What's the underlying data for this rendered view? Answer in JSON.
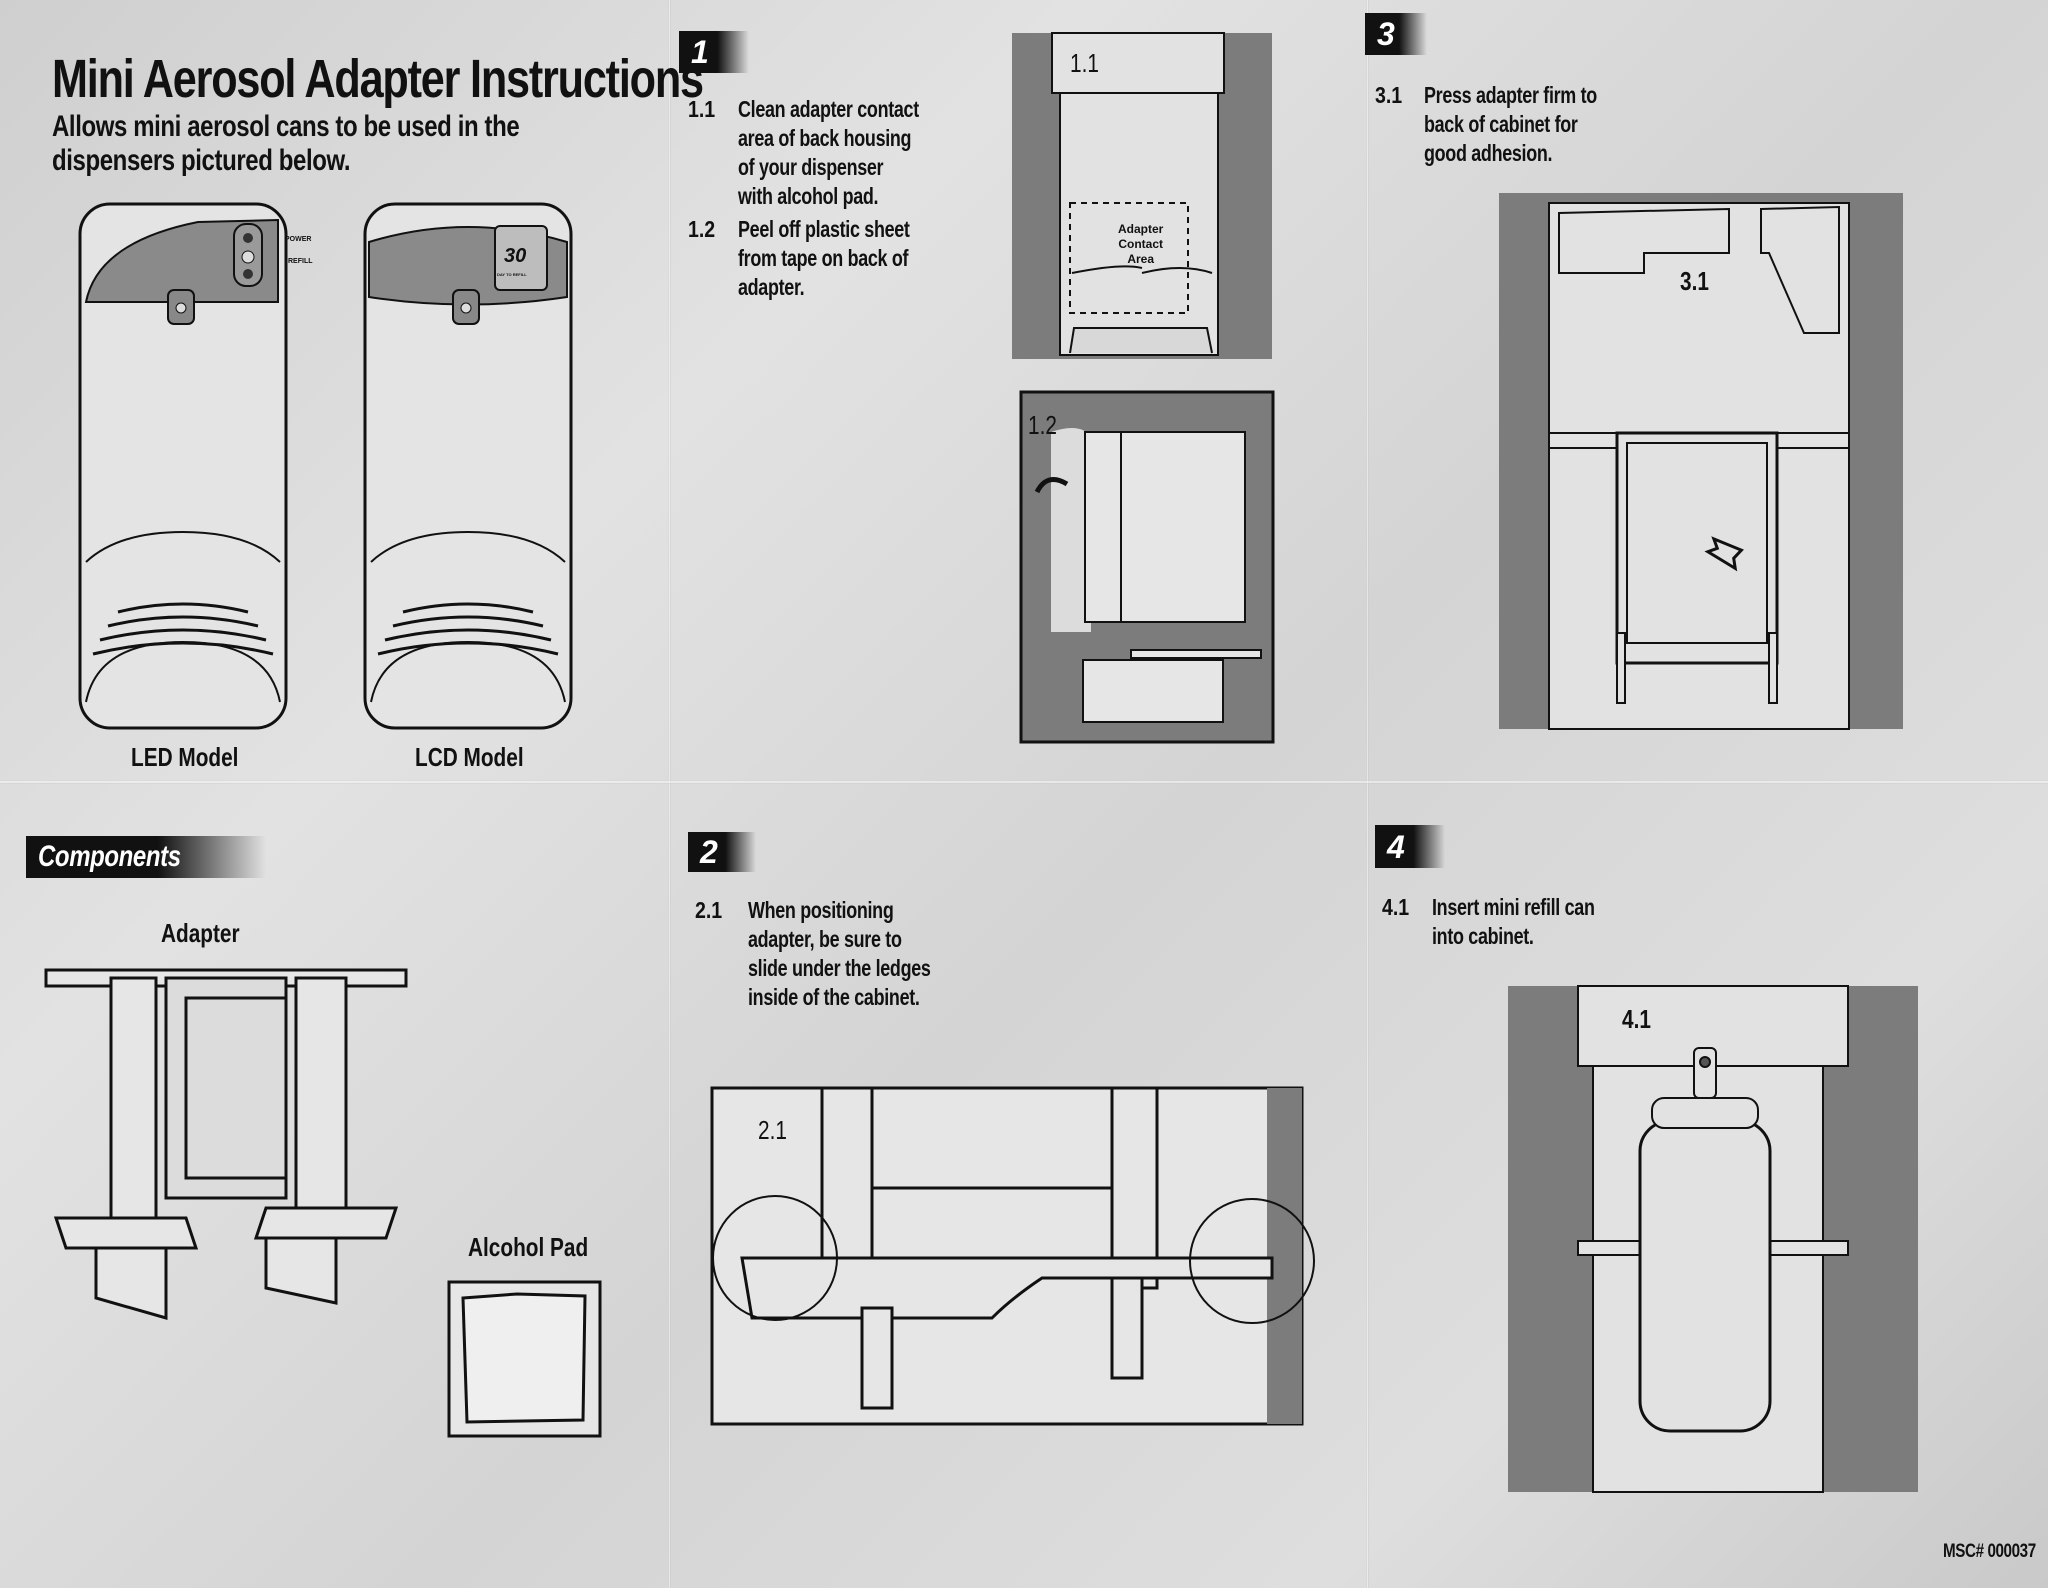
{
  "header": {
    "title": "Mini Aerosol Adapter Instructions",
    "subtitle_line1": "Allows mini aerosol cans to be used in the",
    "subtitle_line2": "dispensers pictured below."
  },
  "models": {
    "led": {
      "label": "LED Model",
      "power": "POWER",
      "refill": "REFILL"
    },
    "lcd": {
      "label": "LCD Model",
      "display_value": "30",
      "display_caption": "DAY TO REFILL"
    }
  },
  "components": {
    "heading": "Components",
    "adapter_label": "Adapter",
    "alcohol_pad_label": "Alcohol Pad"
  },
  "steps": {
    "s1": {
      "badge": "1",
      "items": [
        {
          "num": "1.1",
          "text": "Clean adapter contact\narea of back housing\nof your dispenser\nwith alcohol pad."
        },
        {
          "num": "1.2",
          "text": "Peel off plastic sheet\nfrom tape on back of\nadapter."
        }
      ],
      "fig_a_label": "1.1",
      "fig_a_callout": "Adapter\nContact\nArea",
      "fig_b_label": "1.2"
    },
    "s2": {
      "badge": "2",
      "items": [
        {
          "num": "2.1",
          "text": "When positioning\nadapter, be sure to\nslide under the ledges\ninside of the cabinet."
        }
      ],
      "fig_label": "2.1"
    },
    "s3": {
      "badge": "3",
      "items": [
        {
          "num": "3.1",
          "text": "Press adapter firm to\nback of cabinet for\ngood adhesion."
        }
      ],
      "fig_label": "3.1"
    },
    "s4": {
      "badge": "4",
      "items": [
        {
          "num": "4.1",
          "text": "Insert mini refill can\ninto cabinet."
        }
      ],
      "fig_label": "4.1"
    }
  },
  "footer": {
    "code": "MSC# 000037"
  },
  "colors": {
    "paper": "#d8d8d8",
    "ink": "#111111",
    "shade": "#7a7a7a"
  }
}
